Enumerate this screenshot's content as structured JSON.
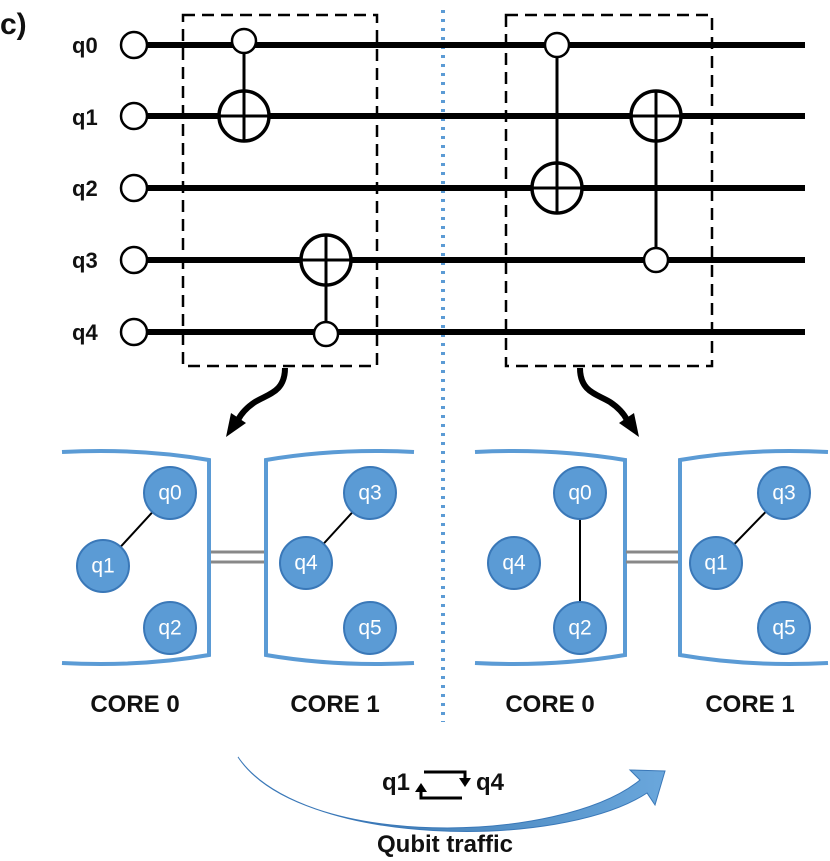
{
  "panel_label": "c)",
  "colors": {
    "wire": "#000000",
    "divider": "#5b9bd5",
    "core_border": "#5b9bd5",
    "qubit_fill": "#5b9bd5",
    "qubit_stroke": "#3a78b8",
    "link": "#888888",
    "arrow_dark": "#2e6aa3",
    "arrow_light": "#6aa7dc"
  },
  "circuit": {
    "wires": [
      "q0",
      "q1",
      "q2",
      "q3",
      "q4"
    ],
    "gate_blocks": [
      {
        "gates": [
          {
            "type": "cnot",
            "control": "q0",
            "target": "q1"
          },
          {
            "type": "cnot",
            "control": "q4",
            "target": "q3"
          }
        ]
      },
      {
        "gates": [
          {
            "type": "cnot",
            "control": "q0",
            "target": "q2"
          },
          {
            "type": "cnot",
            "control": "q3",
            "target": "q1"
          }
        ]
      }
    ]
  },
  "mappings": [
    {
      "cores": [
        {
          "label": "CORE 0",
          "qubits": [
            "q0",
            "q1",
            "q2"
          ]
        },
        {
          "label": "CORE 1",
          "qubits": [
            "q3",
            "q4",
            "q5"
          ]
        }
      ]
    },
    {
      "cores": [
        {
          "label": "CORE 0",
          "qubits": [
            "q4",
            "q0",
            "q2"
          ]
        },
        {
          "label": "CORE 1",
          "qubits": [
            "q3",
            "q1",
            "q5"
          ]
        }
      ]
    }
  ],
  "swap": {
    "left": "q1",
    "right": "q4",
    "icon": "swap-arrows-icon"
  },
  "traffic_caption": "Qubit traffic"
}
